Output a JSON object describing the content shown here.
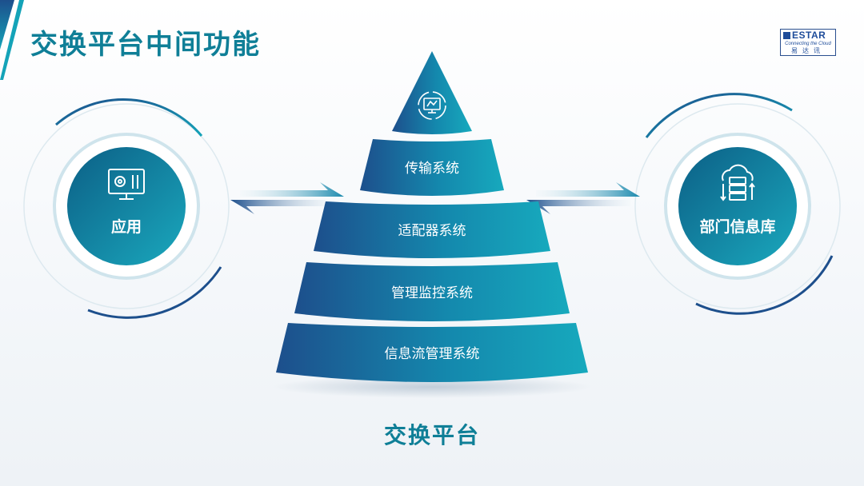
{
  "title": "交换平台中间功能",
  "logo": {
    "brand": "ESTAR",
    "tagline": "Connecting the Cloud",
    "cn": "易达讯"
  },
  "left_node": {
    "label": "应用",
    "icon": "monitor-gears-icon"
  },
  "right_node": {
    "label": "部门信息库",
    "icon": "cloud-database-icon"
  },
  "pyramid": {
    "top_icon": "monitor-sync-icon",
    "layers": [
      "传输系统",
      "适配器系统",
      "管理监控系统",
      "信息流管理系统"
    ],
    "caption": "交换平台"
  },
  "colors": {
    "title": "#0f7f97",
    "teal": "#14a3b8",
    "navy": "#1d4f8c",
    "node_dark": "#0c5f86",
    "node_light": "#1aa8bd"
  }
}
